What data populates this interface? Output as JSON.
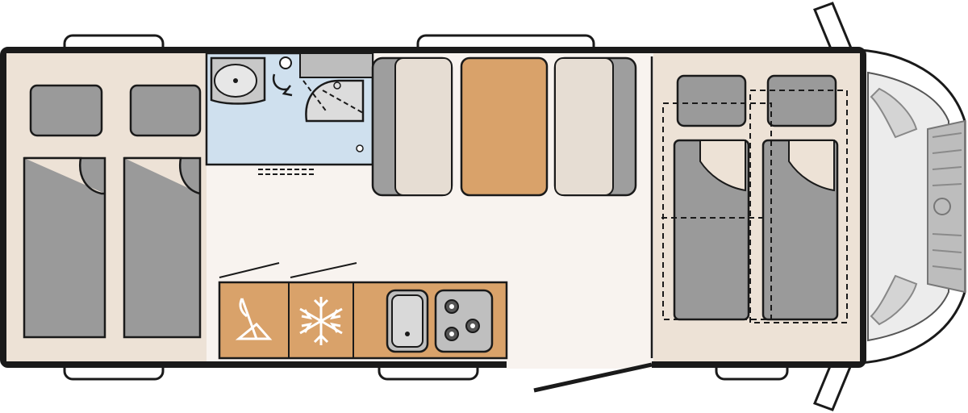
{
  "floorplan": {
    "rooms": [
      {
        "id": "rear-bedroom",
        "beds": 2,
        "pillows": 2
      },
      {
        "id": "bathroom",
        "fixtures": [
          "washbasin",
          "toilet",
          "shower"
        ]
      },
      {
        "id": "dinette",
        "seats": 2,
        "table": 1
      },
      {
        "id": "kitchen",
        "units": [
          "wardrobe",
          "fridge",
          "sink",
          "hob-3-burner"
        ]
      },
      {
        "id": "front-drop-down-bed",
        "beds": 2,
        "pillows": 2
      },
      {
        "id": "cab"
      }
    ],
    "icons": [
      "hanger-icon",
      "snowflake-icon",
      "sink-icon",
      "hob-icon",
      "toilet-icon",
      "shower-icon",
      "washbasin-icon",
      "entry-door-icon",
      "pillow-icon"
    ],
    "colors": {
      "outline": "#1a1a1a",
      "floor": "#f8f3ef",
      "bed_area": "#ede2d6",
      "mattress": "#9a9a9a",
      "upholstery": "#e6ddd3",
      "upholstery_side": "#9e9e9e",
      "wood": "#d9a26a",
      "bathroom": "#cfe0ee",
      "steel": "#c8c8c8"
    }
  }
}
